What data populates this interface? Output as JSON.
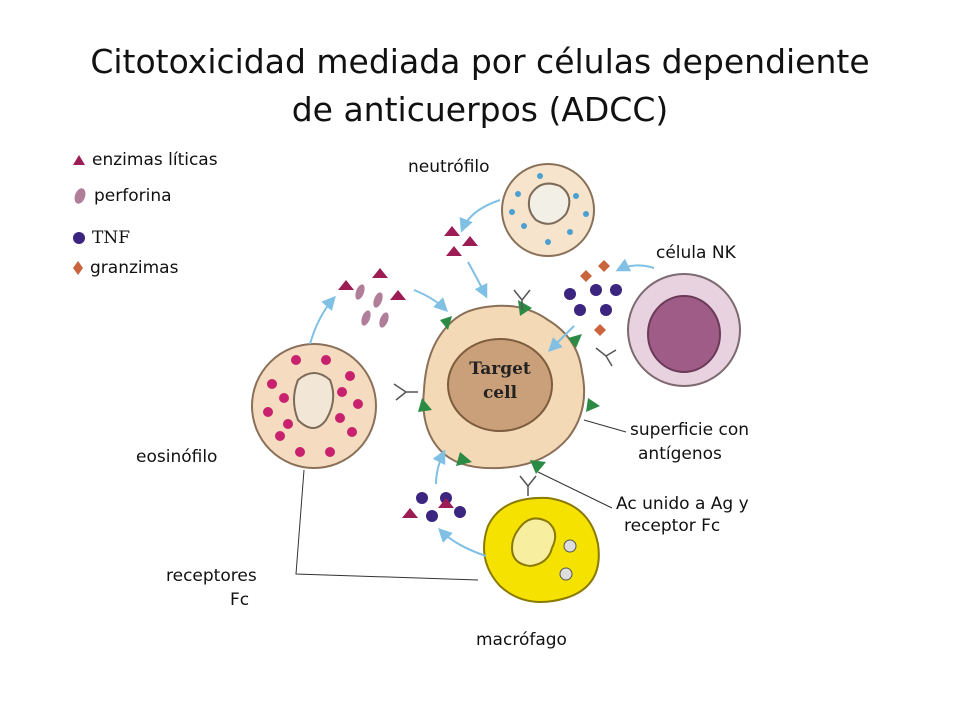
{
  "title": {
    "line1": "Citotoxicidad mediada por células dependiente",
    "line2": "de anticuerpos (ADCC)"
  },
  "legend": [
    {
      "label": "enzimas líticas",
      "icon": "triangle-icon",
      "color": "#9c1c56"
    },
    {
      "label": "perforina",
      "icon": "perforin-icon",
      "color": "#b07e98"
    },
    {
      "label": "TNF",
      "icon": "circle-icon",
      "color": "#3b2580"
    },
    {
      "label": "granzimas",
      "icon": "diamond-icon",
      "color": "#c9643d"
    }
  ],
  "labels": {
    "neutrophil": "neutrófilo",
    "nk_cell": "célula NK",
    "target_cell_line1": "Target",
    "target_cell_line2": "cell",
    "eosinophil": "eosinófilo",
    "antigen_surface_line1": "superficie con",
    "antigen_surface_line2": "antígenos",
    "antibody_line1": "Ac unido a Ag y",
    "antibody_line2": "receptor Fc",
    "fc_receptors_line1": "receptores",
    "fc_receptors_line2": "Fc",
    "macrophage": "macrófago"
  },
  "colors": {
    "target_cell": "#f3d9b5",
    "target_nucleus": "#c9a07a",
    "neutrophil": "#f6e5cc",
    "neutrophil_granules": "#4b9fd1",
    "nk_cell": "#e8d2df",
    "nk_nucleus": "#9e5c86",
    "eosinophil": "#f5dcc0",
    "eosinophil_granules": "#c8226e",
    "macrophage": "#f5e200",
    "arrows": "#7fc0e4",
    "antigen": "#2b8a43"
  }
}
